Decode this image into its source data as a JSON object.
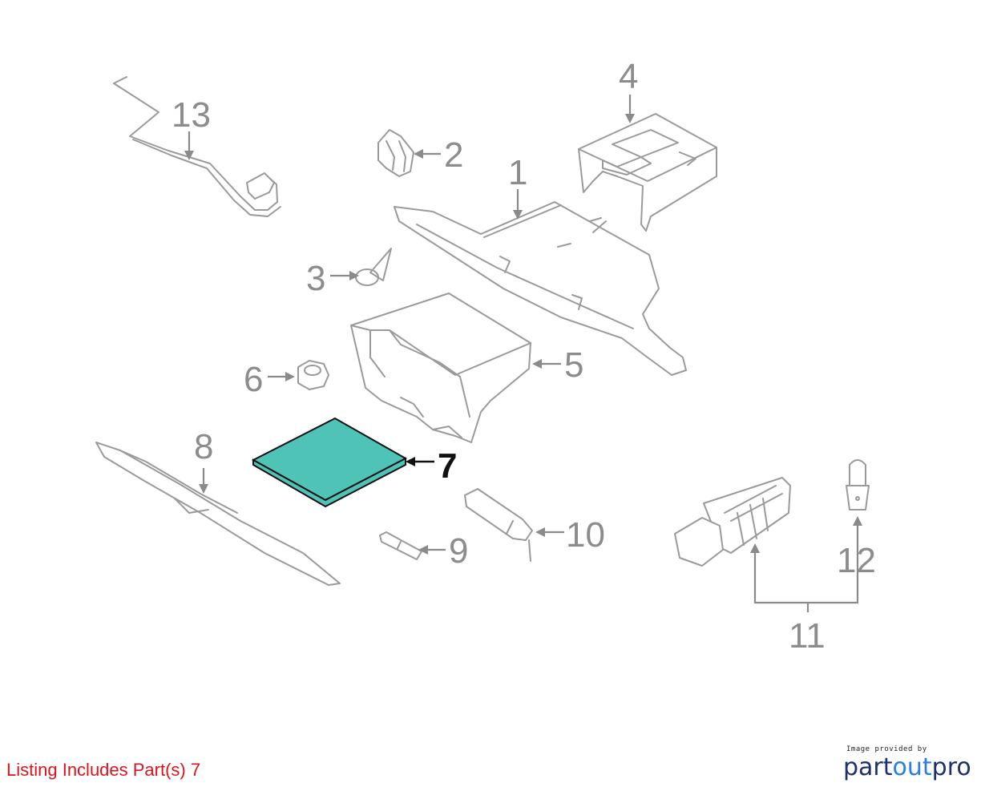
{
  "diagram": {
    "callouts": [
      "1",
      "2",
      "3",
      "4",
      "5",
      "6",
      "7",
      "8",
      "9",
      "10",
      "11",
      "12",
      "13"
    ],
    "highlight_part": "7",
    "highlight_color": "#4fc3b6"
  },
  "footer": {
    "listing_text": "Listing Includes Part(s) 7",
    "credit_small": "Image provided by",
    "credit_brand_part1": "part",
    "credit_brand_part2": "out",
    "credit_brand_part3": "pro"
  }
}
